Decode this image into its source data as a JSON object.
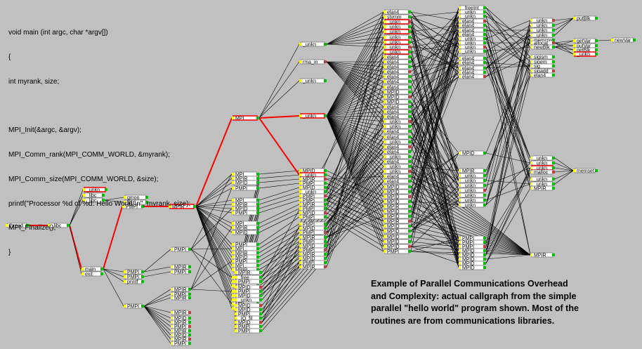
{
  "code_lines": [
    "void main (int argc, char *argv[])",
    "{",
    "int myrank, size;",
    "",
    "MPI_Init(&argc, &argv);",
    "MPI_Comm_rank(MPI_COMM_WORLD, &myrank);",
    "MPI_Comm_size(MPI_COMM_WORLD, &size);",
    "printf(\"Processor %d of %d: Hello World!\\n\", myrank, size);",
    "MPI_Finalize();",
    "}"
  ],
  "caption_lines": [
    "Example of Parallel Communications Overhead",
    "and Complexity: actual callgraph from the simple",
    "parallel \"hello world\" program shown. Most of the",
    "routines are from communications libraries."
  ],
  "colors": {
    "background": "#c0c0c0",
    "node_fill": "#ffffff",
    "edge": "#000000",
    "critical_path": "#ff0000",
    "port_in": "#ffff00",
    "port_out": "#00c000",
    "port_alt": "#c04040"
  },
  "labels": {
    "thread": "thread",
    "libc": "_libc",
    "main": "main",
    "exit": "exit",
    "unkn": "_unkn",
    "gmon": "gmon",
    "mpi": "MPI",
    "mpid": "MPID",
    "mpir": "MPIR",
    "pmpi": "PMPI",
    "printf": "printf",
    "free": "_free",
    "elan4": "elan4",
    "rma_in": "rma_in",
    "freeInt": "_freeInt",
    "memcpy": "memcpy",
    "allocat": "allocat",
    "newBlk": "newBlk",
    "putBlk": "putBlk",
    "getVar": "getVar",
    "putVar": "putVar",
    "getBlk": "getBlk",
    "newVar": "newVar",
    "sigism": "sigism",
    "sigem": "sigem",
    "sigadd": "sigadd",
    "sig": "sig",
    "malloc": "malloc",
    "memset": "memset",
    "stvmm": "stvmm",
    "io_fil": "_IO_fil",
    "lib": "lib"
  }
}
